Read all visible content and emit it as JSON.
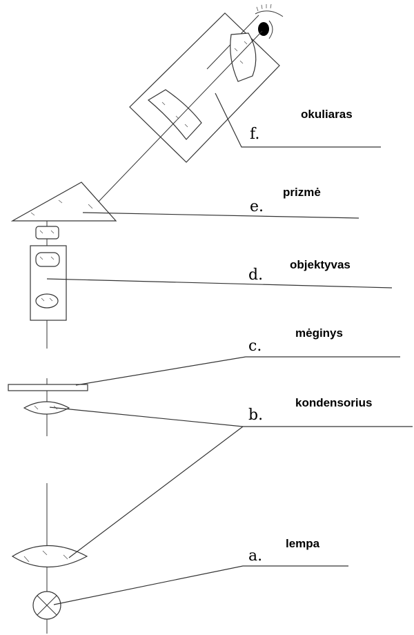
{
  "labels": {
    "a": {
      "letter": "a.",
      "word": "lempa"
    },
    "b": {
      "letter": "b.",
      "word": "kondensorius"
    },
    "c": {
      "letter": "c.",
      "word": "mėginys"
    },
    "d": {
      "letter": "d.",
      "word": "objektyvas"
    },
    "e": {
      "letter": "e.",
      "word": "prizmė"
    },
    "f": {
      "letter": "f.",
      "word": "okuliaras"
    }
  }
}
